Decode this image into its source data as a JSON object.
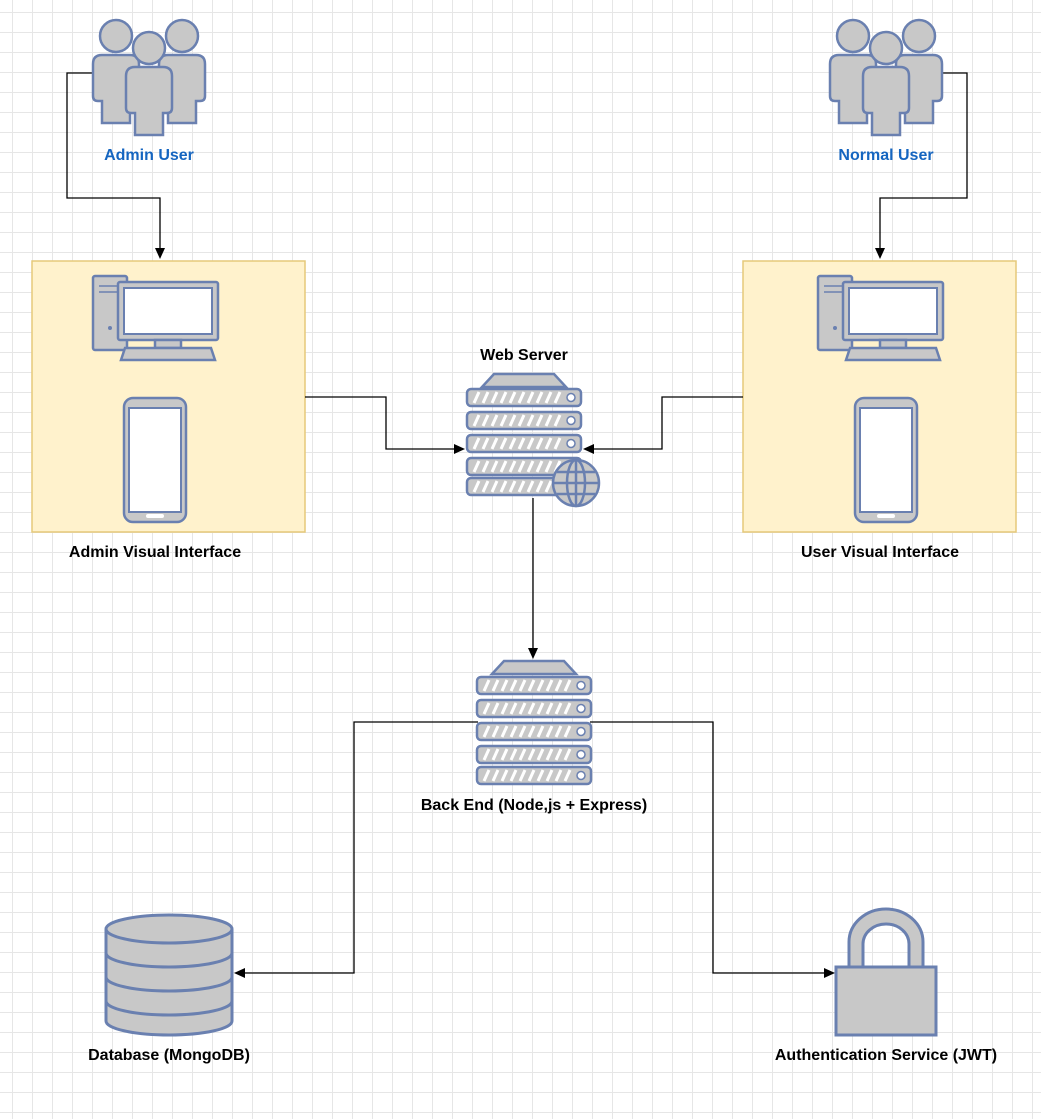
{
  "nodes": {
    "admin_user": "Admin User",
    "normal_user": "Normal User",
    "admin_interface": "Admin Visual Interface",
    "user_interface": "User Visual Interface",
    "web_server": "Web Server",
    "back_end": "Back End (Node,js + Express)",
    "database": "Database (MongoDB)",
    "auth_service": "Authentication Service (JWT)"
  },
  "icons": {
    "admin_user": "users-group-icon",
    "normal_user": "users-group-icon",
    "interface_devices": [
      "desktop-computer-icon",
      "smartphone-icon"
    ],
    "web_server": "web-server-globe-icon",
    "back_end": "server-rack-icon",
    "database": "database-icon",
    "auth_service": "padlock-icon"
  },
  "edges": [
    {
      "from": "Admin User",
      "to": "Admin Visual Interface"
    },
    {
      "from": "Normal User",
      "to": "User Visual Interface"
    },
    {
      "from": "Admin Visual Interface",
      "to": "Web Server"
    },
    {
      "from": "User Visual Interface",
      "to": "Web Server"
    },
    {
      "from": "Web Server",
      "to": "Back End (Node,js + Express)"
    },
    {
      "from": "Back End (Node,js + Express)",
      "to": "Database (MongoDB)"
    },
    {
      "from": "Back End (Node,js + Express)",
      "to": "Authentication Service (JWT)"
    }
  ],
  "colors": {
    "panel_fill": "#fff2cc",
    "panel_border": "#e5c97a",
    "user_label": "#1565c0",
    "icon_fill": "#c8c8c8",
    "icon_stroke": "#6a80b0"
  }
}
